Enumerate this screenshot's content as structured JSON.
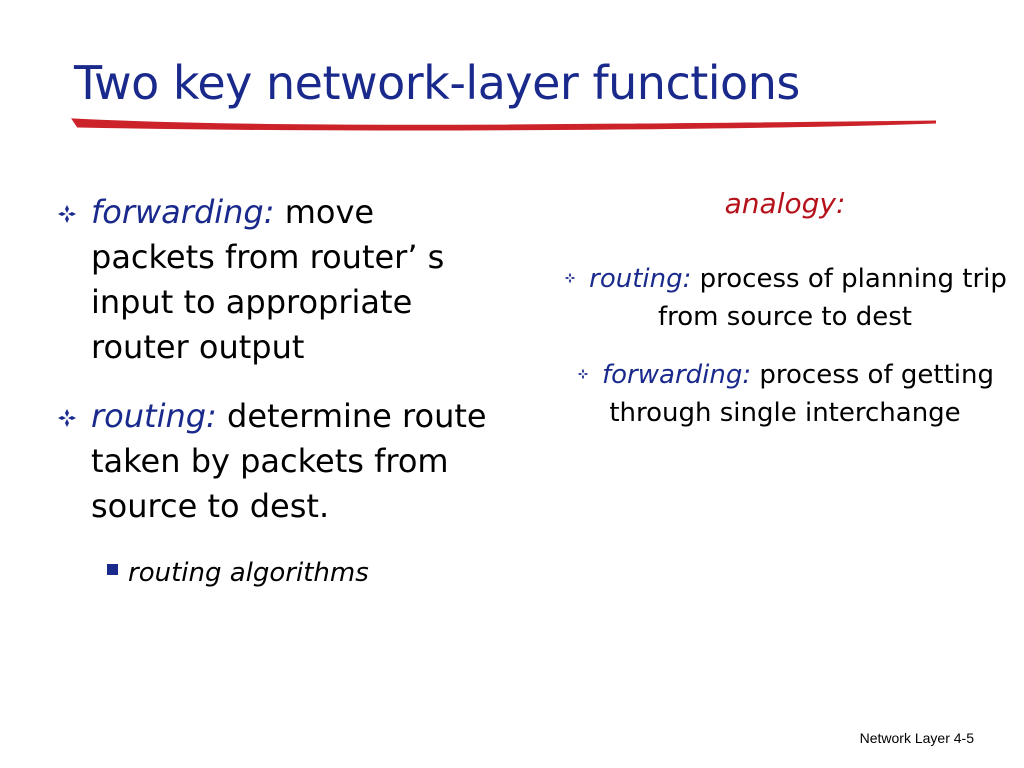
{
  "slide": {
    "title": "Two key network-layer functions",
    "left_bullets": [
      {
        "term": "forwarding:",
        "text": " move packets from router’ s input to appropriate router output"
      },
      {
        "term": "routing:",
        "text": " determine route taken by packets from source to dest."
      }
    ],
    "left_sub_bullet": "routing algorithms",
    "analogy_label": "analogy:",
    "right_bullets": [
      {
        "term": "routing:",
        "text": " process of planning trip from source to dest"
      },
      {
        "term": "forwarding:",
        "text": " process of getting through single interchange"
      }
    ],
    "footer": "Network Layer 4-5"
  },
  "colors": {
    "title": "#1a2a8c",
    "term_blue": "#1a2a8c",
    "analogy_red": "#b5121b",
    "underline_red": "#cc2229",
    "bullet_icon": "#1a2a8c",
    "sub_bullet_square": "#1a2a8c"
  },
  "icons": {
    "main_bullet": "four-diamond-bullet-icon",
    "sub_bullet": "square-bullet-icon"
  }
}
